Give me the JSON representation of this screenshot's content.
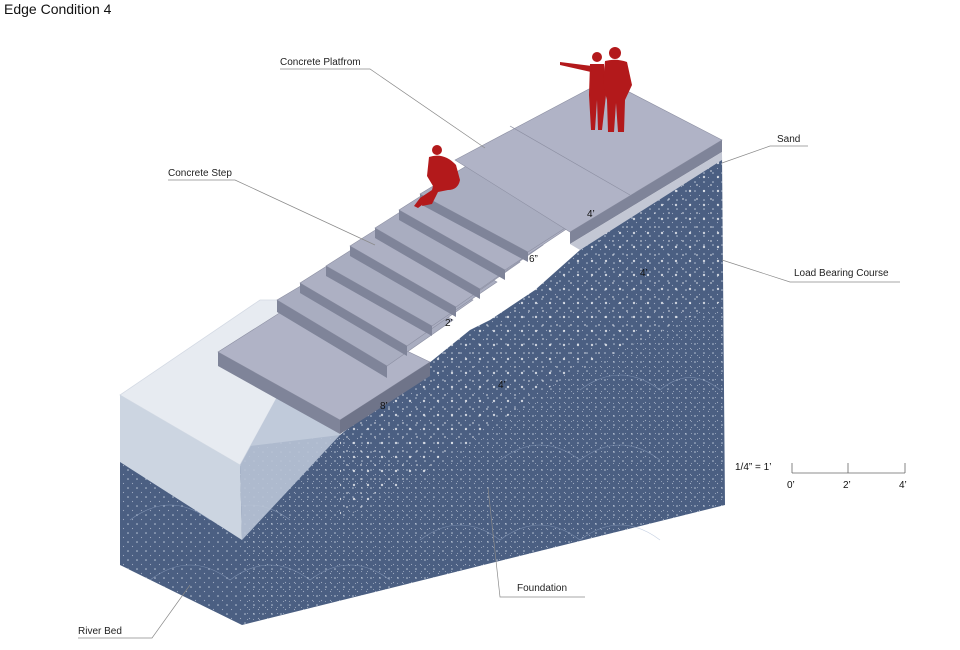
{
  "title": "Edge Condition 4",
  "labels": {
    "platform": "Concrete Platfrom",
    "step": "Concrete Step",
    "sand": "Sand",
    "load_bearing": "Load Bearing Course",
    "foundation": "Foundation",
    "river_bed": "River Bed"
  },
  "dimensions": {
    "platform_width": "4’",
    "riser": "6”",
    "load_depth": "4’",
    "step_depth": "2’",
    "foundation_depth": "4’",
    "base_depth": "8’"
  },
  "scale": {
    "ratio": "1/4” = 1’",
    "ticks": [
      "0’",
      "2’",
      "4’"
    ]
  },
  "colors": {
    "soil": "#4b5f82",
    "concrete_top": "#b0b3c6",
    "concrete_side": "#7f8499",
    "water_top": "#e7ebf1",
    "water_side": "#ccd5e1",
    "figures": "#b3191b"
  },
  "icons": [
    "standing-couple-figure",
    "seated-person-figure"
  ]
}
